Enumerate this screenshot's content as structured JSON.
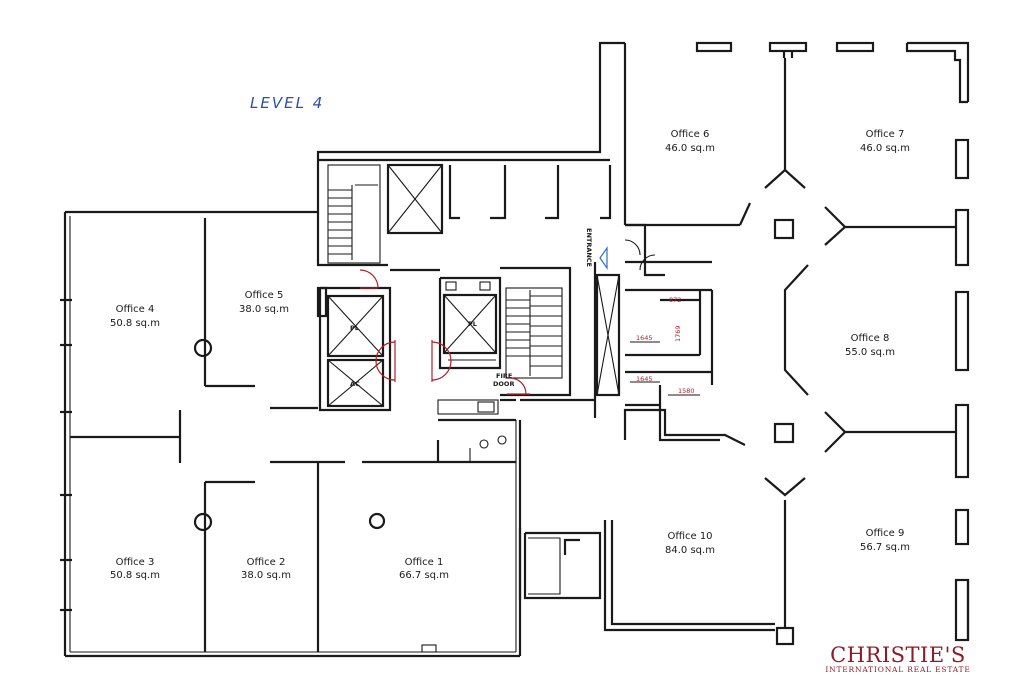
{
  "level_title": "LEVEL 4",
  "offices": [
    {
      "name": "Office 1",
      "area": "66.7 sq.m"
    },
    {
      "name": "Office 2",
      "area": "38.0 sq.m"
    },
    {
      "name": "Office 3",
      "area": "50.8 sq.m"
    },
    {
      "name": "Office 4",
      "area": "50.8 sq.m"
    },
    {
      "name": "Office 5",
      "area": "38.0 sq.m"
    },
    {
      "name": "Office 6",
      "area": "46.0 sq.m"
    },
    {
      "name": "Office 7",
      "area": "46.0 sq.m"
    },
    {
      "name": "Office 8",
      "area": "55.0 sq.m"
    },
    {
      "name": "Office 9",
      "area": "56.7 sq.m"
    },
    {
      "name": "Office 10",
      "area": "84.0 sq.m"
    }
  ],
  "labels": {
    "entrance": "ENTRANCE",
    "fire_door_line1": "FIRE",
    "fire_door_line2": "DOOR",
    "lift_pl_1": "PL",
    "lift_pl_2": "PL",
    "lift_ac": "AC"
  },
  "dimensions": [
    "872",
    "1645",
    "1769",
    "1645",
    "1580"
  ],
  "brand": {
    "name": "CHRISTIE'S",
    "tagline": "INTERNATIONAL REAL ESTATE",
    "color": "#8e1a2a"
  },
  "colors": {
    "wall": "#1a1a1a",
    "handwriting": "#2c4fa3",
    "dimension": "#b0202a"
  }
}
